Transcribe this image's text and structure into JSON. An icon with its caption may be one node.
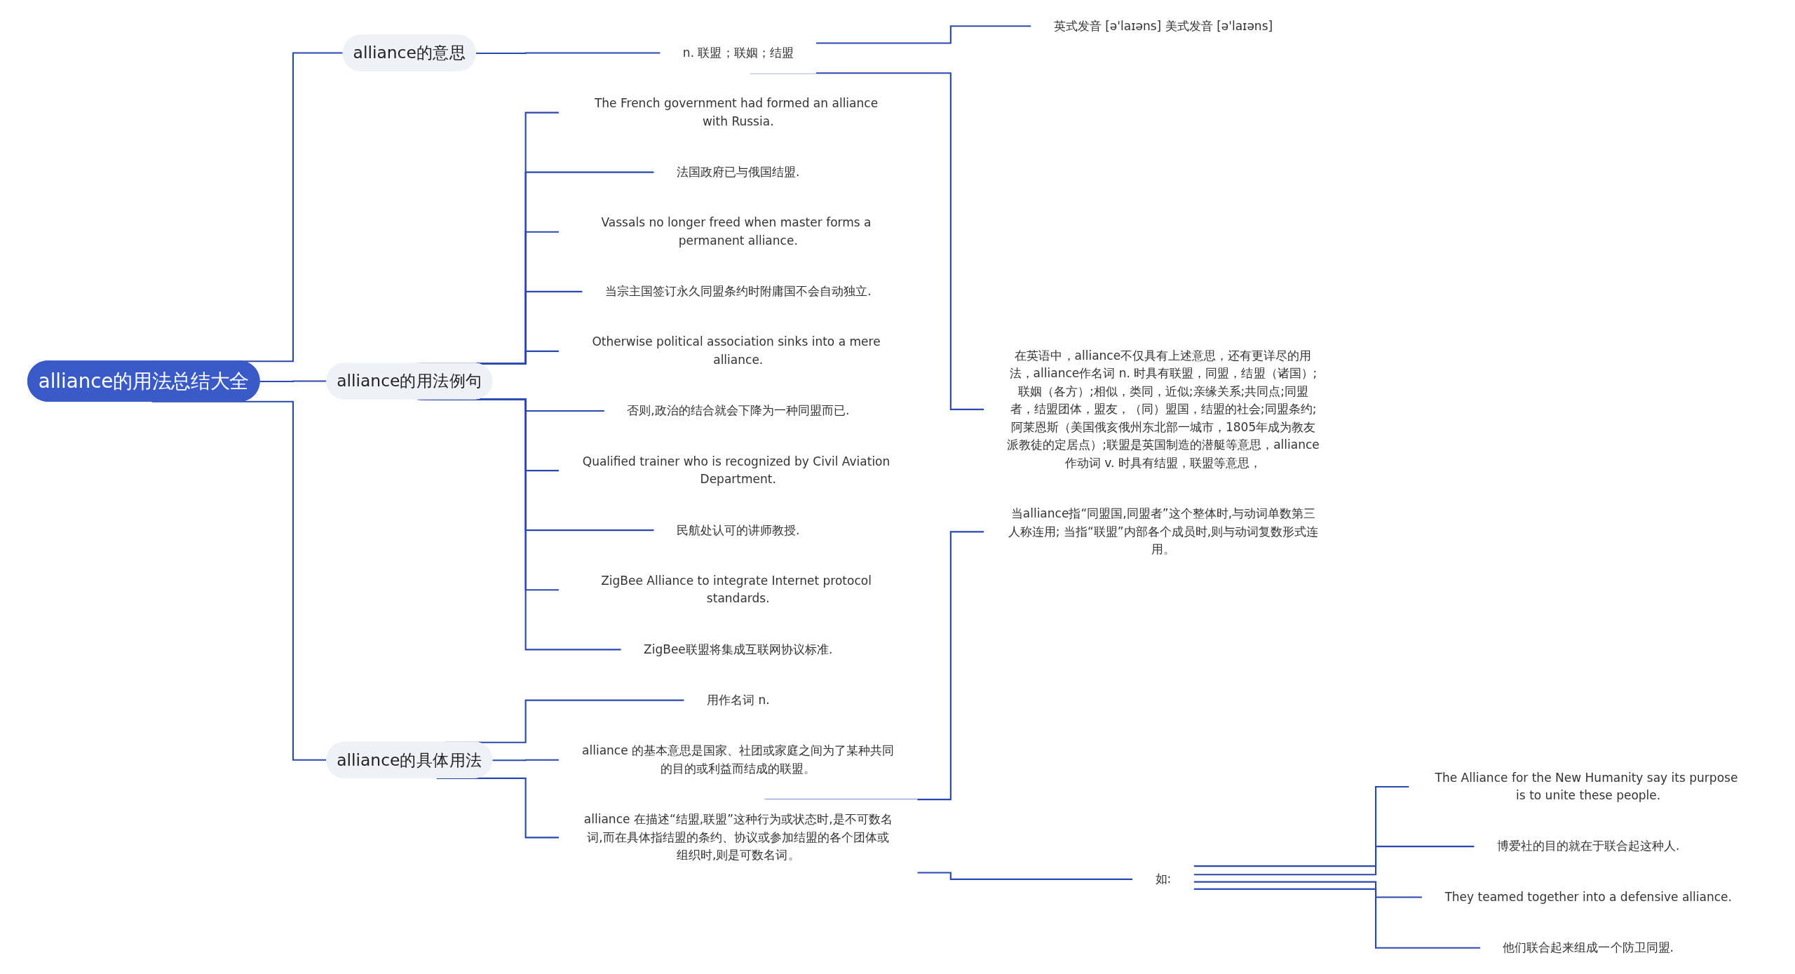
{
  "diagram": {
    "nodes": [
      {
        "text": [
          "alliance的用法总结大全"
        ]
      },
      {
        "text": [
          "alliance的意思"
        ]
      },
      {
        "text": [
          "n. 联盟；联姻；结盟"
        ]
      },
      {
        "text": [
          "英式发音 [ə'laɪəns] 美式发音 [ə'laɪəns]"
        ]
      },
      {
        "text": [
          "在英语中，alliance不仅具有上述意思，还有更详尽的用法，alliance作名词 n. 时具有联盟，同盟，结盟（诸国）;联姻（各方）;相似，类同，近似;亲缘关系;共同点;同盟者，结盟团体，盟友，（同）盟国，结盟的社会;同盟条约;阿莱恩斯（美国俄亥俄州东北部一城市，1805年成为教友派教徒的定居点）;联盟是英国制造的潜艇等意思，alliance作动词 v. 时具有结盟，联盟等意思，"
        ]
      },
      {
        "text": [
          "alliance的用法例句"
        ]
      },
      {
        "text": [
          "The French government had formed an alliance with Russia."
        ]
      },
      {
        "text": [
          "法国政府已与俄国结盟."
        ]
      },
      {
        "text": [
          "Vassals no longer freed when master forms a permanent alliance."
        ]
      },
      {
        "text": [
          "当宗主国签订永久同盟条约时附庸国不会自动独立."
        ]
      },
      {
        "text": [
          "Otherwise political association sinks into a mere alliance."
        ]
      },
      {
        "text": [
          "否则,政治的结合就会下降为一种同盟而已."
        ]
      },
      {
        "text": [
          "Qualified trainer who is recognized by Civil Aviation Department."
        ]
      },
      {
        "text": [
          "民航处认可的讲师教授."
        ]
      },
      {
        "text": [
          "ZigBee Alliance to integrate Internet protocol standards."
        ]
      },
      {
        "text": [
          "ZigBee联盟将集成互联网协议标准."
        ]
      },
      {
        "text": [
          "alliance的具体用法"
        ]
      },
      {
        "text": [
          "用作名词 n."
        ]
      },
      {
        "text": [
          "alliance 的基本意思是国家、社团或家庭之间为了某种共同的目的或利益而结成的联盟。"
        ]
      },
      {
        "text": [
          "alliance 在描述“结盟,联盟”这种行为或状态时,是不可数名词,而在具体指结盟的条约、协议或参加结盟的各个团体或组织时,则是可数名词。"
        ]
      },
      {
        "text": [
          "当alliance指“同盟国,同盟者”这个整体时,与动词单数第三人称连用; 当指“联盟”内部各个成员时,则与动词复数形式连用。"
        ]
      },
      {
        "text": [
          "如:"
        ]
      },
      {
        "text": [
          "The Alliance for the New Humanity say its purpose is to unite these people."
        ]
      },
      {
        "text": [
          "博爱社的目的就在于联合起这种人."
        ]
      },
      {
        "text": [
          "They teamed together into a defensive alliance."
        ]
      },
      {
        "text": [
          "他们联合起来组成一个防卫同盟."
        ]
      }
    ],
    "edges": [
      {
        "from": 0,
        "to": 1,
        "arrow": "none"
      },
      {
        "from": 1,
        "to": 2,
        "arrow": "none"
      },
      {
        "from": 2,
        "to": 3,
        "arrow": "none"
      },
      {
        "from": 2,
        "to": 4,
        "arrow": "none"
      },
      {
        "from": 0,
        "to": 5,
        "arrow": "none"
      },
      {
        "from": 5,
        "to": 6,
        "arrow": "none"
      },
      {
        "from": 5,
        "to": 7,
        "arrow": "none"
      },
      {
        "from": 5,
        "to": 8,
        "arrow": "none"
      },
      {
        "from": 5,
        "to": 9,
        "arrow": "none"
      },
      {
        "from": 5,
        "to": 10,
        "arrow": "none"
      },
      {
        "from": 5,
        "to": 11,
        "arrow": "none"
      },
      {
        "from": 5,
        "to": 12,
        "arrow": "none"
      },
      {
        "from": 5,
        "to": 13,
        "arrow": "none"
      },
      {
        "from": 5,
        "to": 14,
        "arrow": "none"
      },
      {
        "from": 5,
        "to": 15,
        "arrow": "none"
      },
      {
        "from": 0,
        "to": 16,
        "arrow": "none"
      },
      {
        "from": 16,
        "to": 17,
        "arrow": "none"
      },
      {
        "from": 16,
        "to": 18,
        "arrow": "none"
      },
      {
        "from": 16,
        "to": 19,
        "arrow": "none"
      },
      {
        "from": 19,
        "to": 20,
        "arrow": "none"
      },
      {
        "from": 19,
        "to": 21,
        "arrow": "none"
      },
      {
        "from": 21,
        "to": 22,
        "arrow": "none"
      },
      {
        "from": 21,
        "to": 23,
        "arrow": "none"
      },
      {
        "from": 21,
        "to": 24,
        "arrow": "none"
      },
      {
        "from": 21,
        "to": 25,
        "arrow": "none"
      }
    ]
  }
}
